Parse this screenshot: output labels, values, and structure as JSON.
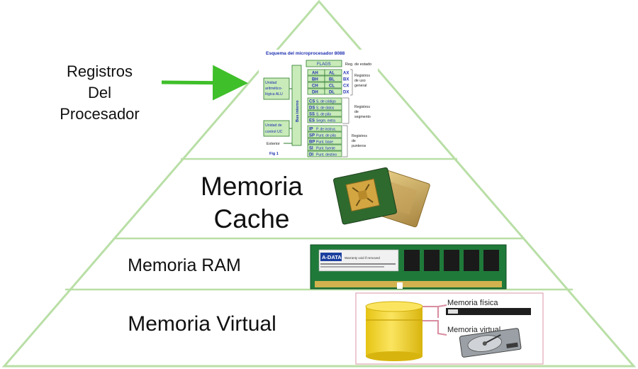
{
  "levels": {
    "registros": {
      "lines": [
        "Registros",
        "Del",
        "Procesador"
      ]
    },
    "cache": {
      "lines": [
        "Memoria",
        "Cache"
      ]
    },
    "ram": {
      "label": "Memoria RAM"
    },
    "virtual": {
      "label": "Memoria Virtual"
    }
  },
  "register_schema": {
    "title": "Esquema del microprocesador 8088",
    "flags": "FLAGS",
    "flags_note": "Reg. de estado",
    "alu_box": [
      "Unidad",
      "aritmético-",
      "lógica ALU"
    ],
    "control_box": [
      "Unidad de",
      "control UC"
    ],
    "bus": "Bus interno",
    "general_rows": [
      {
        "hi": "AH",
        "lo": "AL",
        "pair": "AX"
      },
      {
        "hi": "BH",
        "lo": "BL",
        "pair": "BX"
      },
      {
        "hi": "CH",
        "lo": "CL",
        "pair": "CX"
      },
      {
        "hi": "DH",
        "lo": "DL",
        "pair": "DX"
      }
    ],
    "general_note": [
      "Registros",
      "de uso",
      "general"
    ],
    "segment_rows": [
      {
        "code": "CS",
        "desc": "S. de código"
      },
      {
        "code": "DS",
        "desc": "S. de datos"
      },
      {
        "code": "SS",
        "desc": "S. de pila"
      },
      {
        "code": "ES",
        "desc": "Segm. extra"
      }
    ],
    "segment_note": [
      "Registros",
      "de",
      "segmento"
    ],
    "pointer_rows": [
      {
        "code": "IP",
        "desc": "P. de instruc."
      },
      {
        "code": "SP",
        "desc": "Punt. de pila"
      },
      {
        "code": "BP",
        "desc": "Punt. base"
      },
      {
        "code": "SI",
        "desc": "Punt. fuente"
      },
      {
        "code": "DI",
        "desc": "Punt. destino"
      }
    ],
    "pointer_note": [
      "Registros",
      "de",
      "punteros"
    ],
    "exterior": "Exterior",
    "fig": "Fig 1"
  },
  "ram_module": {
    "brand": "A-DATA",
    "sticker": "Warranty void if removed"
  },
  "virtual_inset": {
    "fisica": "Memoria física",
    "virtual": "Memoria virtual"
  },
  "colors": {
    "pyramid_line": "#b9dfa6",
    "arrow": "#3fbf2a",
    "register_fill": "#c9ebb9",
    "register_stroke": "#2a7a2a",
    "register_text": "#1d2fb0",
    "cylinder": "#f2d21c",
    "ram_pcb": "#1f7a3a"
  }
}
